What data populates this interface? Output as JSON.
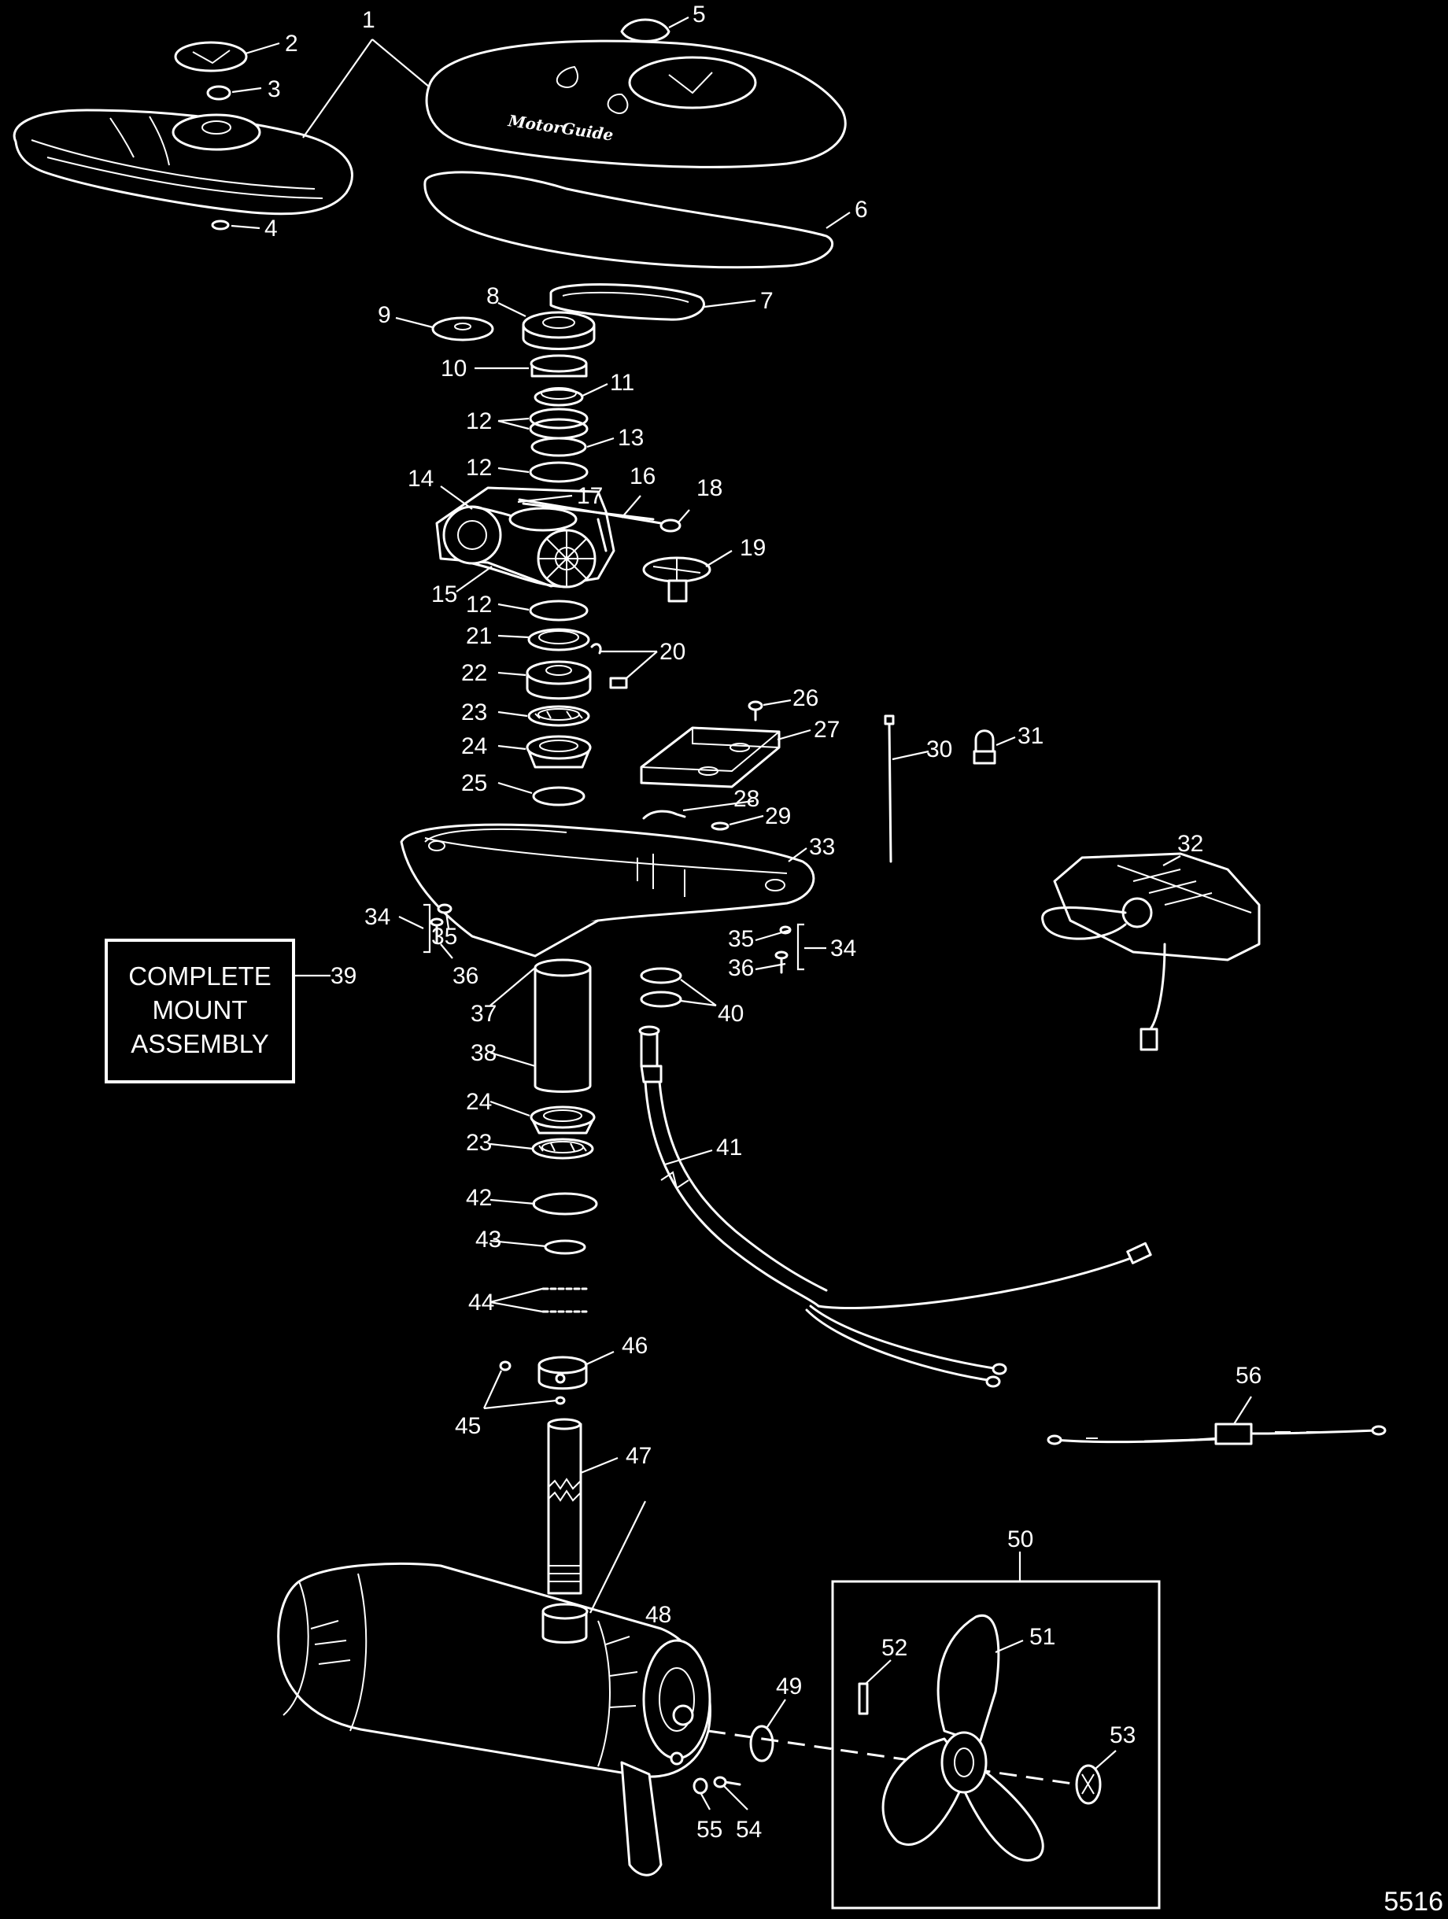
{
  "diagram": {
    "brand_text": "MotorGuide",
    "reference_number": "5516",
    "mount_box_lines": [
      "COMPLETE",
      "MOUNT",
      "ASSEMBLY"
    ],
    "callouts": {
      "c1": "1",
      "c2": "2",
      "c3": "3",
      "c4": "4",
      "c5": "5",
      "c6": "6",
      "c7": "7",
      "c8": "8",
      "c9": "9",
      "c10": "10",
      "c11": "11",
      "c12a": "12",
      "c12b": "12",
      "c12c": "12",
      "c13": "13",
      "c14": "14",
      "c15": "15",
      "c16": "16",
      "c17": "17",
      "c18": "18",
      "c19": "19",
      "c20": "20",
      "c21": "21",
      "c22": "22",
      "c23a": "23",
      "c23b": "23",
      "c24a": "24",
      "c24b": "24",
      "c25": "25",
      "c26": "26",
      "c27": "27",
      "c28": "28",
      "c29": "29",
      "c30": "30",
      "c31": "31",
      "c32": "32",
      "c33": "33",
      "c34a": "34",
      "c34b": "34",
      "c35a": "35",
      "c35b": "35",
      "c36a": "36",
      "c36b": "36",
      "c37": "37",
      "c38": "38",
      "c39": "39",
      "c40": "40",
      "c41": "41",
      "c42": "42",
      "c43": "43",
      "c44": "44",
      "c45": "45",
      "c46": "46",
      "c47": "47",
      "c48": "48",
      "c49": "49",
      "c50": "50",
      "c51": "51",
      "c52": "52",
      "c53": "53",
      "c54": "54",
      "c55": "55",
      "c56": "56"
    }
  }
}
